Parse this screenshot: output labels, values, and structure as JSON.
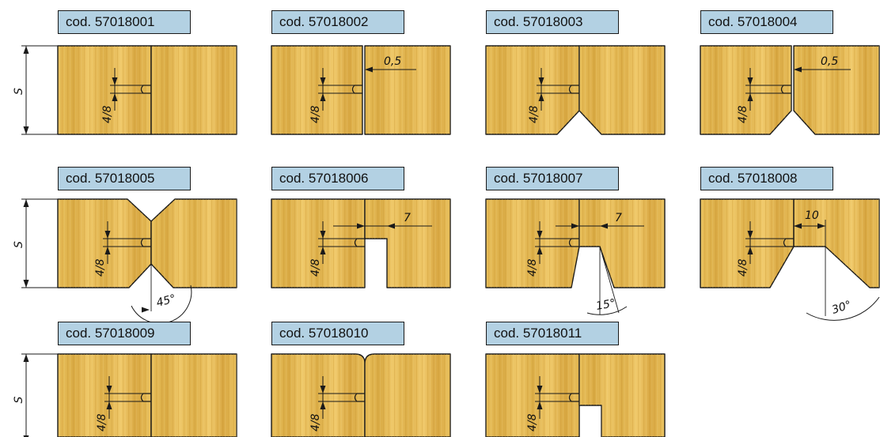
{
  "codes": [
    "cod. 57018001",
    "cod. 57018002",
    "cod. 57018003",
    "cod. 57018004",
    "cod. 57018005",
    "cod. 57018006",
    "cod. 57018007",
    "cod. 57018008",
    "cod. 57018009",
    "cod. 57018010",
    "cod. 57018011"
  ],
  "dimensions": {
    "thickness": "S",
    "tongue": "4/8",
    "offset": "0,5",
    "step_7": "7",
    "step_10": "10",
    "angle_45": "45°",
    "angle_15": "15°",
    "angle_30": "30°"
  },
  "colors": {
    "wood": "#e2b64e",
    "wood_grain": "#c9962c",
    "label_bg": "#b3d1e3",
    "line": "#1a1a1a"
  }
}
